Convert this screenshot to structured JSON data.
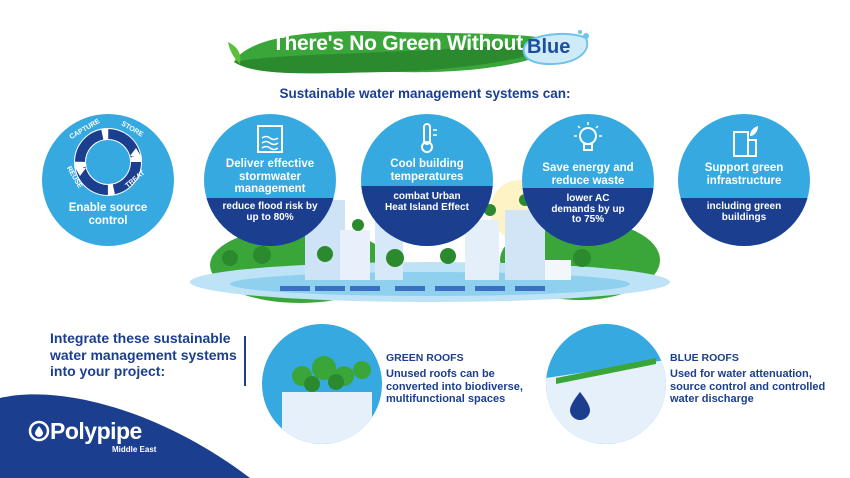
{
  "header": {
    "title_main": "There's No Green Without",
    "title_accent": "Blue",
    "subtitle": "Sustainable water management systems can:"
  },
  "cycle": {
    "labels": [
      "CAPTURE",
      "STORE",
      "TREAT",
      "REUSE"
    ],
    "caption": "Enable source control"
  },
  "benefits": [
    {
      "title": "Deliver effective stormwater management",
      "detail": "reduce flood risk by up to 80%",
      "icon": "water-tank-icon"
    },
    {
      "title": "Cool building temperatures",
      "detail": "combat Urban Heat Island Effect",
      "icon": "thermometer-icon"
    },
    {
      "title": "Save energy and reduce waste",
      "detail": "lower AC demands by up to 75%",
      "icon": "lightbulb-icon"
    },
    {
      "title": "Support green infrastructure",
      "detail": "including green buildings",
      "icon": "green-building-icon"
    }
  ],
  "integrate": {
    "heading": "Integrate these sustainable water management systems into your project:"
  },
  "roofs": [
    {
      "title": "GREEN ROOFS",
      "text": "Unused roofs can be converted into biodiverse, multifunctional spaces"
    },
    {
      "title": "BLUE ROOFS",
      "text": "Used for water attenuation, source control and controlled water discharge"
    }
  ],
  "brand": {
    "name": "Polypipe",
    "region": "Middle East"
  },
  "colors": {
    "navy": "#1b3e8f",
    "sky": "#36a9e1",
    "green": "#3aa63a",
    "water": "#6cc4ea"
  }
}
